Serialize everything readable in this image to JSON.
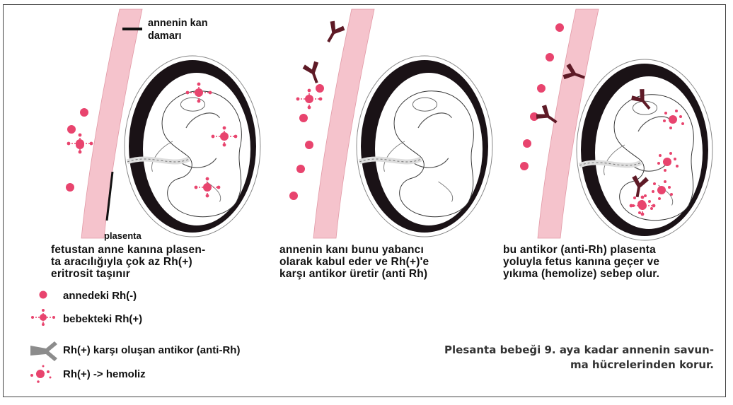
{
  "labels": {
    "vessel": [
      "annenin kan",
      "damarı"
    ],
    "placenta": "plasenta"
  },
  "captions": [
    [
      "fetustan anne kanına plasen-",
      "ta aracılığıyla çok az Rh(+)",
      "eritrosit taşınır"
    ],
    [
      "annenin kanı bunu yabancı",
      "olarak kabul eder ve Rh(+)'e",
      "karşı antikor üretir (anti Rh)"
    ],
    [
      "bu antikor (anti-Rh) plasenta",
      "yoluyla fetus kanına geçer ve",
      "yıkıma (hemolize) sebep olur."
    ]
  ],
  "legend": [
    {
      "icon": "maternal-rh-negative-cell-icon",
      "text": "annedeki Rh(-)"
    },
    {
      "icon": "fetal-rh-positive-cell-icon",
      "text": "bebekteki Rh(+)"
    },
    {
      "icon": "antibody-icon",
      "text": "Rh(+) karşı oluşan antikor (anti-Rh)"
    },
    {
      "icon": "hemolysis-icon",
      "text": "Rh(+) -> hemoliz"
    }
  ],
  "note": [
    "Plesanta bebeği 9. aya kadar annenin savun-",
    "ma hücrelerinden korur."
  ],
  "colors": {
    "vessel": "#f5c3cc",
    "cell": "#e8446e",
    "antibody": "#5e1a26",
    "legend_antibody": "#8c8c8c",
    "uterus": "#1a1216",
    "fetus": "#ffffff"
  }
}
